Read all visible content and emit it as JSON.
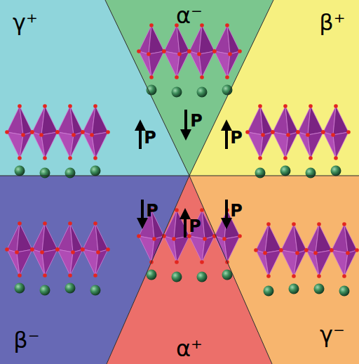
{
  "diagram": {
    "nodes": [
      {
        "text": [
          "γ⁺",
          "P"
        ]
      },
      {
        "text": [
          "α⁻",
          "P"
        ]
      },
      {
        "text": [
          "β⁺",
          "P"
        ]
      },
      {
        "text": [
          "β⁻",
          "P"
        ]
      },
      {
        "text": [
          "α⁺",
          "P"
        ]
      },
      {
        "text": [
          "γ⁻",
          "P"
        ]
      }
    ]
  }
}
